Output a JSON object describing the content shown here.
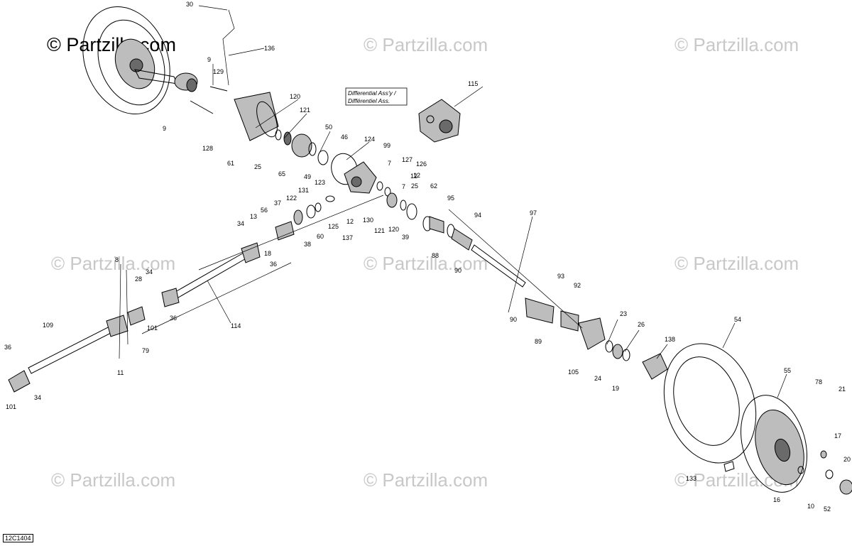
{
  "watermark": "© Partzilla.com",
  "watermark_primary": "© Partzilla.com",
  "diagram_id": "12C1404",
  "callout": {
    "line1": "Differential Ass'y /",
    "line2": "Différentiel Ass."
  },
  "part_labels": [
    "30",
    "136",
    "9",
    "129",
    "120",
    "121",
    "9",
    "128",
    "61",
    "25",
    "65",
    "50",
    "46",
    "124",
    "49",
    "99",
    "127",
    "126",
    "12",
    "7",
    "12",
    "7",
    "115",
    "25",
    "62",
    "123",
    "131",
    "122",
    "37",
    "56",
    "13",
    "34",
    "18",
    "36",
    "38",
    "60",
    "125",
    "137",
    "12",
    "130",
    "121",
    "120",
    "39",
    "95",
    "94",
    "88",
    "90",
    "97",
    "93",
    "92",
    "90",
    "89",
    "23",
    "26",
    "105",
    "138",
    "24",
    "19",
    "54",
    "55",
    "78",
    "21",
    "17",
    "20",
    "10",
    "52",
    "16",
    "133",
    "8",
    "34",
    "28",
    "36",
    "101",
    "114",
    "109",
    "79",
    "11",
    "36",
    "34",
    "101"
  ]
}
